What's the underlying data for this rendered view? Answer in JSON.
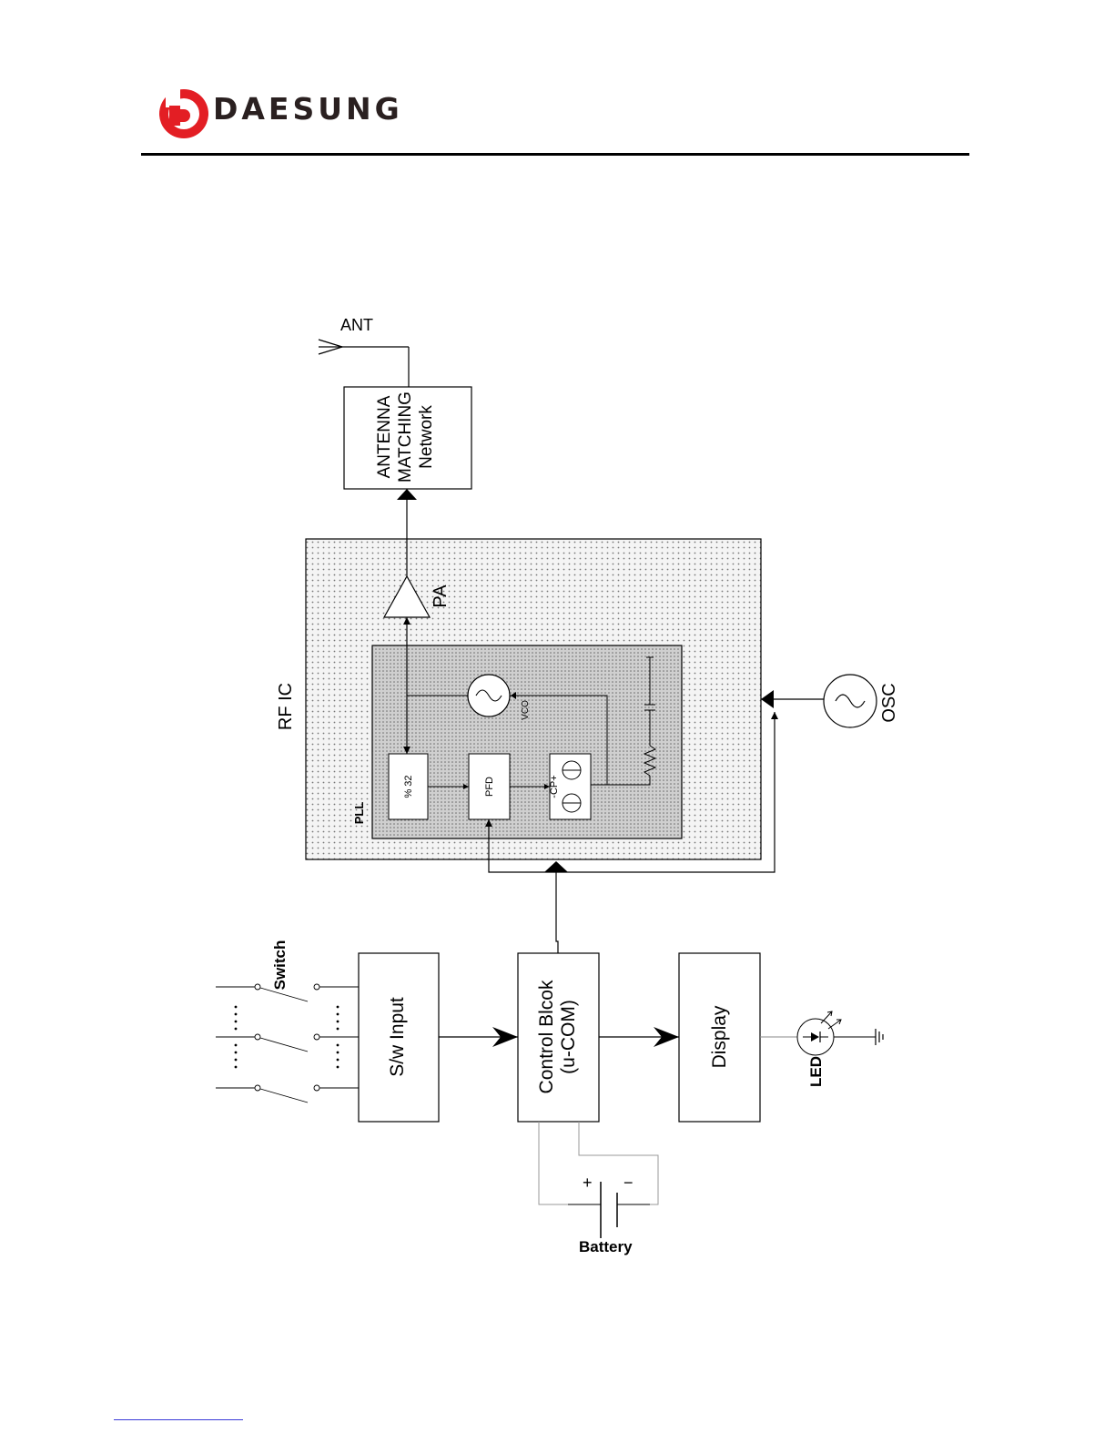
{
  "brand": {
    "logo_text": "DAESUNG",
    "accent": "#e31e24"
  },
  "labels": {
    "ant": "ANT",
    "antenna_line1": "ANTENNA",
    "antenna_line2": "MATCHING",
    "antenna_line3": "Network",
    "pa": "PA",
    "rf_ic": "RF IC",
    "pll": "PLL",
    "vco": "VCO",
    "div": "% 32",
    "pfd": "PFD",
    "cp": "-CP+",
    "osc": "OSC",
    "switch": "Switch",
    "sw_input": "S/w Input",
    "control_line1": "Control Blcok",
    "control_line2": "(u-COM)",
    "display": "Display",
    "led": "LED",
    "battery": "Battery",
    "plus": "+",
    "minus": "−"
  },
  "colors": {
    "rf_fill": "#f2f2f2",
    "pll_fill": "#d0d0d0",
    "line": "#000000",
    "battery_wire": "#9a9a9a"
  }
}
